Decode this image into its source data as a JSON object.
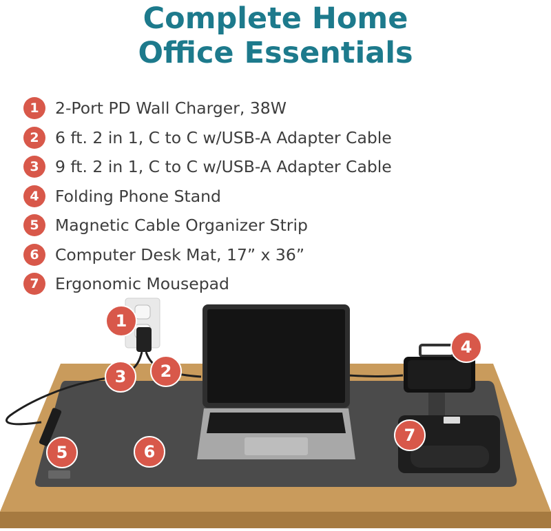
{
  "title": {
    "line1": "Complete Home",
    "line2": "Office Essentials"
  },
  "items": [
    {
      "number": "1",
      "label": "2-Port PD Wall Charger, 38W"
    },
    {
      "number": "2",
      "label": "6 ft. 2 in 1, C to C w/USB-A Adapter Cable"
    },
    {
      "number": "3",
      "label": "9 ft. 2 in 1, C to C w/USB-A Adapter Cable"
    },
    {
      "number": "4",
      "label": "Folding Phone Stand"
    },
    {
      "number": "5",
      "label": "Magnetic Cable Organizer Strip"
    },
    {
      "number": "6",
      "label": "Computer Desk Mat, 17” x 36”"
    },
    {
      "number": "7",
      "label": "Ergonomic Mousepad"
    }
  ],
  "colors": {
    "title": "#1d7a8c",
    "badge": "#d8584a",
    "text": "#3d3d3d",
    "desk": "#c79a5a",
    "mat": "#4a4a4a"
  }
}
